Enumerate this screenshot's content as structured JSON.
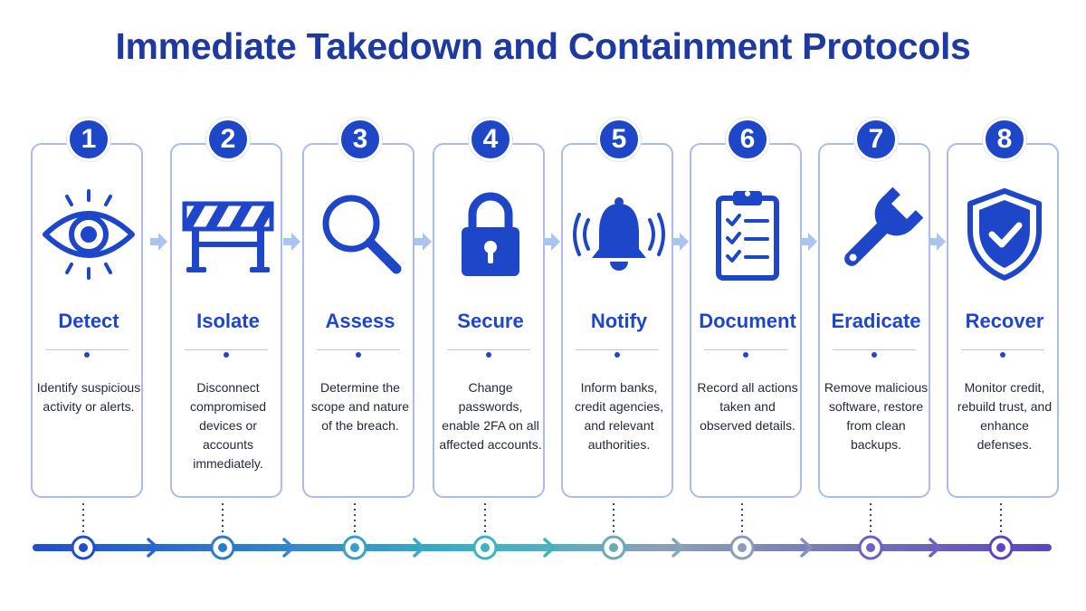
{
  "title": "Immediate Takedown and Containment Protocols",
  "colors": {
    "primary": "#1e46c8",
    "title": "#1e3aa0",
    "card_border": "#a9bde6",
    "timeline_start": "#1e4fd0",
    "timeline_mid": "#3cb4c8",
    "timeline_end": "#5a46c0"
  },
  "steps": [
    {
      "number": "1",
      "title": "Detect",
      "icon": "eye-icon",
      "description": "Identify suspicious activity or alerts."
    },
    {
      "number": "2",
      "title": "Isolate",
      "icon": "barrier-icon",
      "description": "Disconnect compromised devices or accounts immediately."
    },
    {
      "number": "3",
      "title": "Assess",
      "icon": "magnifier-icon",
      "description": "Determine the scope and nature of the breach."
    },
    {
      "number": "4",
      "title": "Secure",
      "icon": "padlock-icon",
      "description": "Change passwords, enable 2FA on all affected accounts."
    },
    {
      "number": "5",
      "title": "Notify",
      "icon": "bell-icon",
      "description": "Inform banks, credit agencies, and relevant authorities."
    },
    {
      "number": "6",
      "title": "Document",
      "icon": "clipboard-icon",
      "description": "Record all actions taken and observed details."
    },
    {
      "number": "7",
      "title": "Eradicate",
      "icon": "wrench-icon",
      "description": "Remove malicious software, restore from clean backups."
    },
    {
      "number": "8",
      "title": "Recover",
      "icon": "shield-check-icon",
      "description": "Monitor credit, rebuild trust, and enhance defenses."
    }
  ]
}
